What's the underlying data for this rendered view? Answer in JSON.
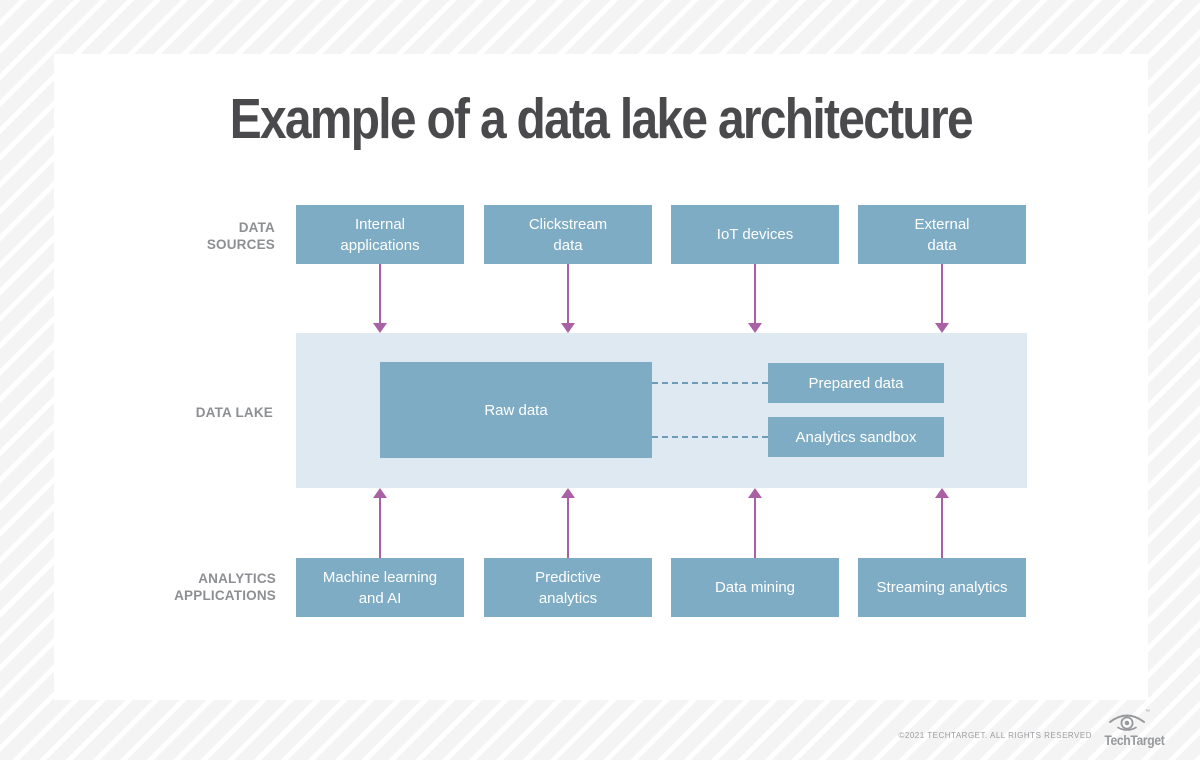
{
  "page": {
    "title": "Example of a data lake architecture"
  },
  "diagram": {
    "row_labels": {
      "sources": "DATA\nSOURCES",
      "lake": "DATA LAKE",
      "analytics": "ANALYTICS\nAPPLICATIONS"
    },
    "sources": [
      {
        "label": "Internal\napplications"
      },
      {
        "label": "Clickstream\ndata"
      },
      {
        "label": "IoT devices"
      },
      {
        "label": "External\ndata"
      }
    ],
    "lake": {
      "raw": "Raw data",
      "prepared": "Prepared data",
      "sandbox": "Analytics sandbox"
    },
    "analytics": [
      {
        "label": "Machine learning\nand AI"
      },
      {
        "label": "Predictive\nanalytics"
      },
      {
        "label": "Data mining"
      },
      {
        "label": "Streaming analytics"
      }
    ]
  },
  "footer": {
    "copyright": "©2021 TECHTARGET. ALL RIGHTS RESERVED",
    "logo_text": "TechTarget",
    "logo_tm": "™"
  },
  "colors": {
    "box_blue": "#7EACC4",
    "lake_background": "#DEE9F1",
    "arrow_purple": "#A960A5",
    "dashed_line_blue": "#6D9CB8",
    "label_gray": "#8D8F92",
    "title_gray": "#4A4A4C"
  }
}
